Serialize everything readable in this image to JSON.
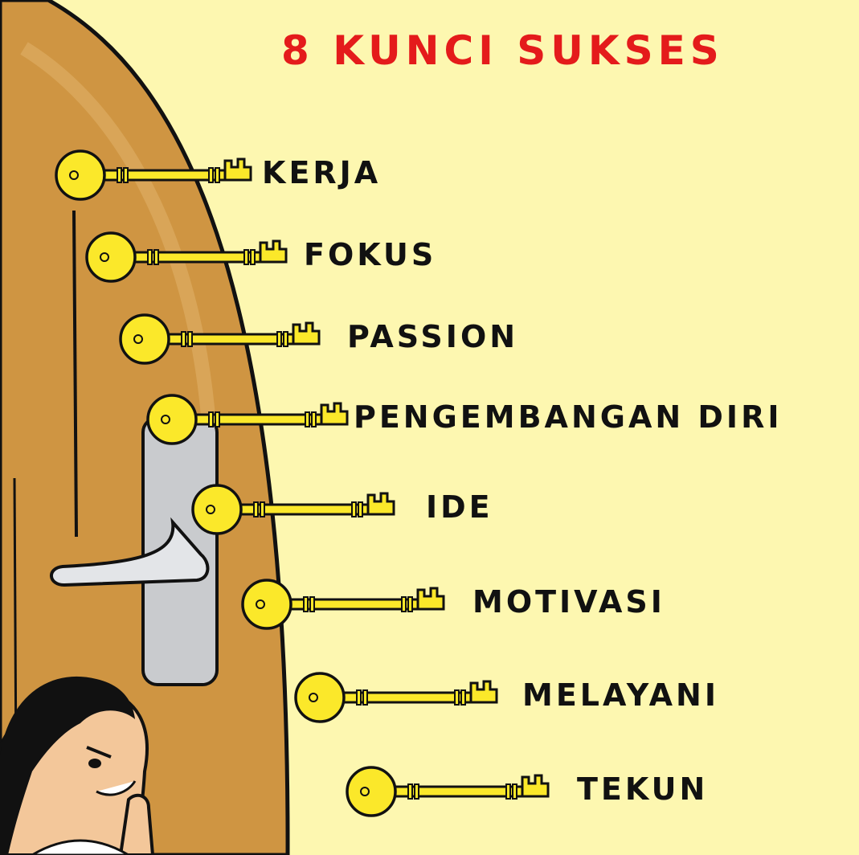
{
  "title": "8 KUNCI SUKSES",
  "keys": [
    {
      "label": "KERJA"
    },
    {
      "label": "FOKUS"
    },
    {
      "label": "PASSION"
    },
    {
      "label": "PENGEMBANGAN DIRI"
    },
    {
      "label": "IDE"
    },
    {
      "label": "MOTIVASI"
    },
    {
      "label": "MELAYANI"
    },
    {
      "label": "TEKUN"
    }
  ],
  "colors": {
    "background": "#fdf7b0",
    "door": "#cf9542",
    "key": "#fbe82a",
    "title": "#e41b1b",
    "handle": "#c9cbce"
  }
}
